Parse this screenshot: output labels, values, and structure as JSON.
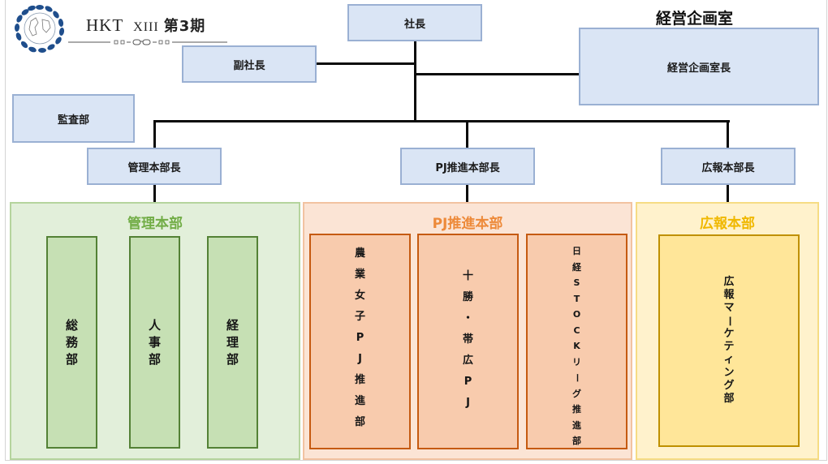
{
  "header": {
    "logo_icon": "laurel-globe-emblem-icon",
    "brand_name": "HKT",
    "brand_roman": "XIII",
    "brand_term": "第3期",
    "brand_ornament": "glasses-ornament-icon"
  },
  "executives": {
    "president": "社長",
    "vice_president": "副社長",
    "audit": "監査部"
  },
  "planning_office": {
    "title": "経営企画室",
    "head": "経営企画室長"
  },
  "division_heads": {
    "management": "管理本部長",
    "pj_promotion": "PJ推進本部長",
    "pr": "広報本部長"
  },
  "divisions": {
    "management": {
      "title": "管理本部",
      "color": "#72ad47",
      "departments": [
        {
          "label": "総務部",
          "chars": [
            "総",
            "務",
            "部"
          ]
        },
        {
          "label": "人事部",
          "chars": [
            "人",
            "事",
            "部"
          ]
        },
        {
          "label": "経理部",
          "chars": [
            "経",
            "理",
            "部"
          ]
        }
      ]
    },
    "pj_promotion": {
      "title": "PJ推進本部",
      "color": "#ed8a3a",
      "departments": [
        {
          "label": "農業女子PJ推進部",
          "chars": [
            "農",
            "業",
            "女",
            "子",
            "P",
            "J",
            "推",
            "進",
            "部"
          ]
        },
        {
          "label": "十勝・帯広PJ",
          "chars": [
            "十",
            "勝",
            "・",
            "帯",
            "広",
            "P",
            "J"
          ]
        },
        {
          "label": "日経STOCKリーグ推進部",
          "chars": [
            "日",
            "経",
            "S",
            "T",
            "O",
            "C",
            "K",
            "リ",
            "ー",
            "グ",
            "推",
            "進",
            "部"
          ]
        }
      ]
    },
    "pr": {
      "title": "広報本部",
      "color": "#f0b800",
      "departments": [
        {
          "label": "広報マーケティング部",
          "chars": [
            "広",
            "報",
            "マ",
            "ー",
            "ケ",
            "テ",
            "ィ",
            "ン",
            "グ",
            "部"
          ]
        }
      ]
    }
  }
}
